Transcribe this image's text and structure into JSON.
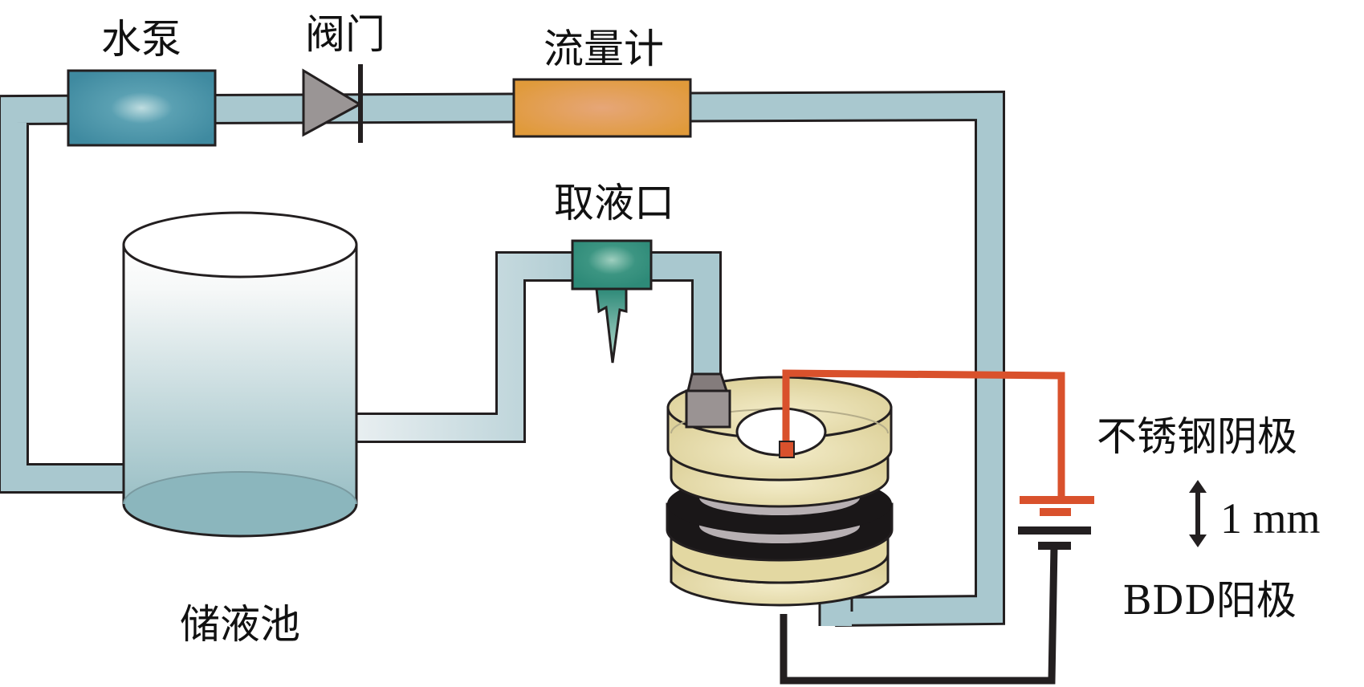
{
  "diagram": {
    "title": "",
    "labels": {
      "pump": "水泵",
      "valve": "阀门",
      "flowmeter": "流量计",
      "sampling_port": "取液口",
      "reservoir": "储液池",
      "cathode": "不锈钢阴极",
      "gap": "1 mm",
      "anode": "BDD阳极"
    },
    "components": [
      {
        "id": "pump",
        "type": "pump",
        "label": "水泵",
        "color": "#3f8aa0"
      },
      {
        "id": "valve",
        "type": "check-valve",
        "label": "阀门",
        "color": "#9a9595"
      },
      {
        "id": "flowmeter",
        "type": "flowmeter",
        "label": "流量计",
        "color": "#e09a3a"
      },
      {
        "id": "sampling_port",
        "type": "sampling-port",
        "label": "取液口",
        "color": "#2e8a78"
      },
      {
        "id": "reservoir",
        "type": "reservoir",
        "label": "储液池",
        "color": "#8fb8bf"
      },
      {
        "id": "reactor",
        "type": "electrochemical-cell",
        "label": "",
        "color": "#e8dfa8"
      },
      {
        "id": "power",
        "type": "dc-power-supply",
        "label": "",
        "color": "#d9512c"
      }
    ],
    "connections": [
      {
        "from": "reservoir",
        "to": "pump",
        "kind": "pipe"
      },
      {
        "from": "pump",
        "to": "valve",
        "kind": "pipe"
      },
      {
        "from": "valve",
        "to": "flowmeter",
        "kind": "pipe"
      },
      {
        "from": "flowmeter",
        "to": "reactor",
        "kind": "pipe"
      },
      {
        "from": "reactor",
        "to": "sampling_port",
        "kind": "pipe"
      },
      {
        "from": "sampling_port",
        "to": "reservoir",
        "kind": "pipe"
      },
      {
        "from": "power",
        "to": "cathode",
        "kind": "wire",
        "polarity": "negative",
        "color": "#d9512c"
      },
      {
        "from": "power",
        "to": "anode",
        "kind": "wire",
        "polarity": "positive",
        "color": "#231f20"
      }
    ],
    "colors": {
      "pipe": "#a9c8cf",
      "pipe_light": "#dfe9ec",
      "outline": "#231f20",
      "wire_red": "#d9512c",
      "wire_black": "#231f20",
      "electrode_plate": "#b7b0b3"
    }
  }
}
